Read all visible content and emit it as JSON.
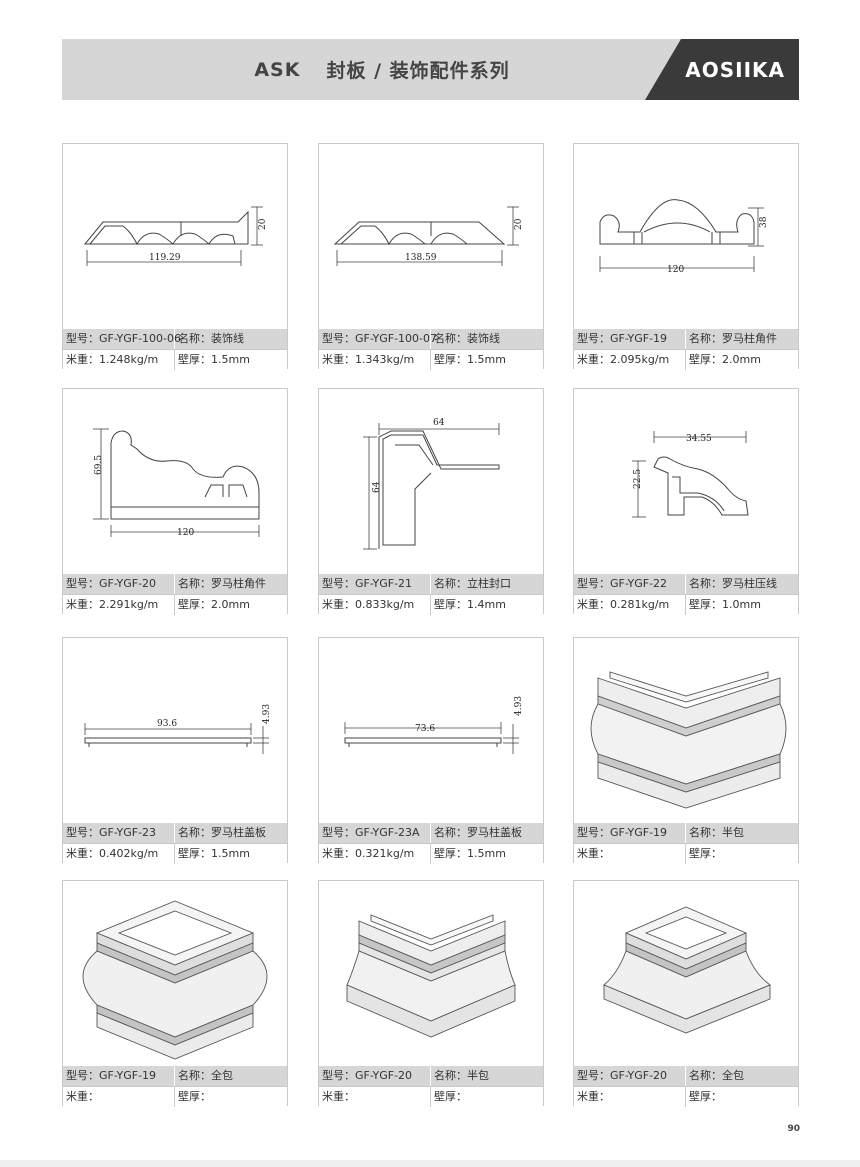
{
  "header": {
    "brand_prefix": "ASK",
    "title": "封板 / 装饰配件系列",
    "logo": "AOSIIKA"
  },
  "page_number": "90",
  "labels": {
    "model": "型号：",
    "name": "名称：",
    "weight": "米重：",
    "thickness": "壁厚："
  },
  "products": [
    {
      "model": "GF-YGF-100-06",
      "name": "装饰线",
      "weight": "1.248kg/m",
      "thickness": "1.5mm",
      "dims": [
        "119.29",
        "20"
      ]
    },
    {
      "model": "GF-YGF-100-07",
      "name": "装饰线",
      "weight": "1.343kg/m",
      "thickness": "1.5mm",
      "dims": [
        "138.59",
        "20"
      ]
    },
    {
      "model": "GF-YGF-19",
      "name": "罗马柱角件",
      "weight": "2.095kg/m",
      "thickness": "2.0mm",
      "dims": [
        "120",
        "38"
      ]
    },
    {
      "model": "GF-YGF-20",
      "name": "罗马柱角件",
      "weight": "2.291kg/m",
      "thickness": "2.0mm",
      "dims": [
        "120",
        "69.5"
      ]
    },
    {
      "model": "GF-YGF-21",
      "name": "立柱封口",
      "weight": "0.833kg/m",
      "thickness": "1.4mm",
      "dims": [
        "64",
        "64"
      ]
    },
    {
      "model": "GF-YGF-22",
      "name": "罗马柱压线",
      "weight": "0.281kg/m",
      "thickness": "1.0mm",
      "dims": [
        "34.55",
        "22.5"
      ]
    },
    {
      "model": "GF-YGF-23",
      "name": "罗马柱盖板",
      "weight": "0.402kg/m",
      "thickness": "1.5mm",
      "dims": [
        "93.6",
        "4.93"
      ]
    },
    {
      "model": "GF-YGF-23A",
      "name": "罗马柱盖板",
      "weight": "0.321kg/m",
      "thickness": "1.5mm",
      "dims": [
        "73.6",
        "4.93"
      ]
    },
    {
      "model": "GF-YGF-19",
      "name": "半包",
      "weight": "",
      "thickness": "",
      "dims": []
    },
    {
      "model": "GF-YGF-19",
      "name": "全包",
      "weight": "",
      "thickness": "",
      "dims": []
    },
    {
      "model": "GF-YGF-20",
      "name": "半包",
      "weight": "",
      "thickness": "",
      "dims": []
    },
    {
      "model": "GF-YGF-20",
      "name": "全包",
      "weight": "",
      "thickness": "",
      "dims": []
    }
  ]
}
